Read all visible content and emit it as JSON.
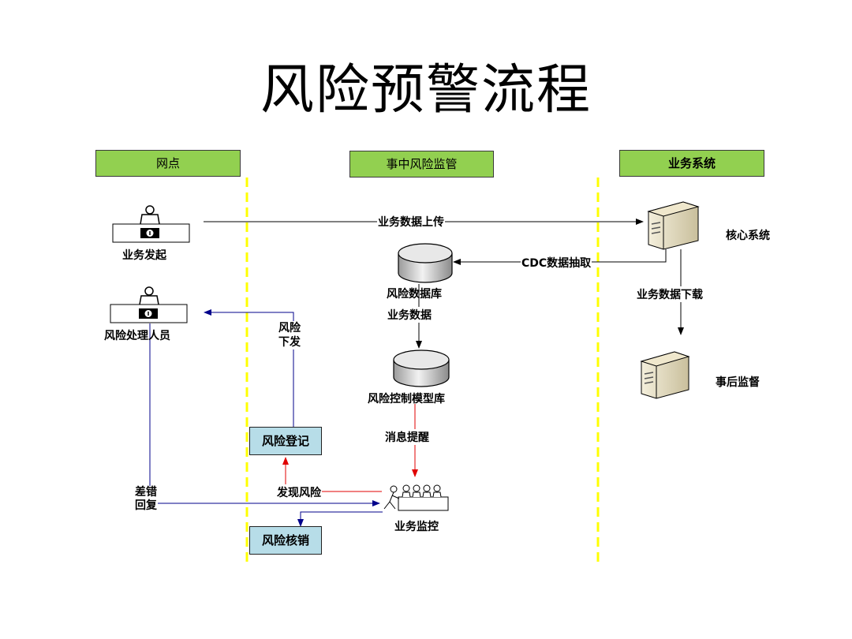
{
  "title": "风险预警流程",
  "lanes": {
    "left": "网点",
    "middle": "事中风险监管",
    "right": "业务系统"
  },
  "nodes": {
    "initiate": "业务发起",
    "handler": "风险处理人员",
    "risk_db": "风险数据库",
    "model_db": "风险控制模型库",
    "monitor": "业务监控",
    "core": "核心系统",
    "post_audit": "事后监督",
    "register": "风险登记",
    "writeoff": "风险核销"
  },
  "edges": {
    "upload": "业务数据上传",
    "cdc": "CDC数据抽取",
    "download": "业务数据下载",
    "biz_data": "业务数据",
    "notify": "消息提醒",
    "find_risk": "发现风险",
    "dispatch": "风险\n下发",
    "error_reply": "差错\n回复"
  },
  "colors": {
    "lane_header": "#92d050",
    "process_box": "#b7dde8",
    "divider": "#ffff00",
    "blue_arrow": "#00008b",
    "red_arrow": "#e00000"
  }
}
